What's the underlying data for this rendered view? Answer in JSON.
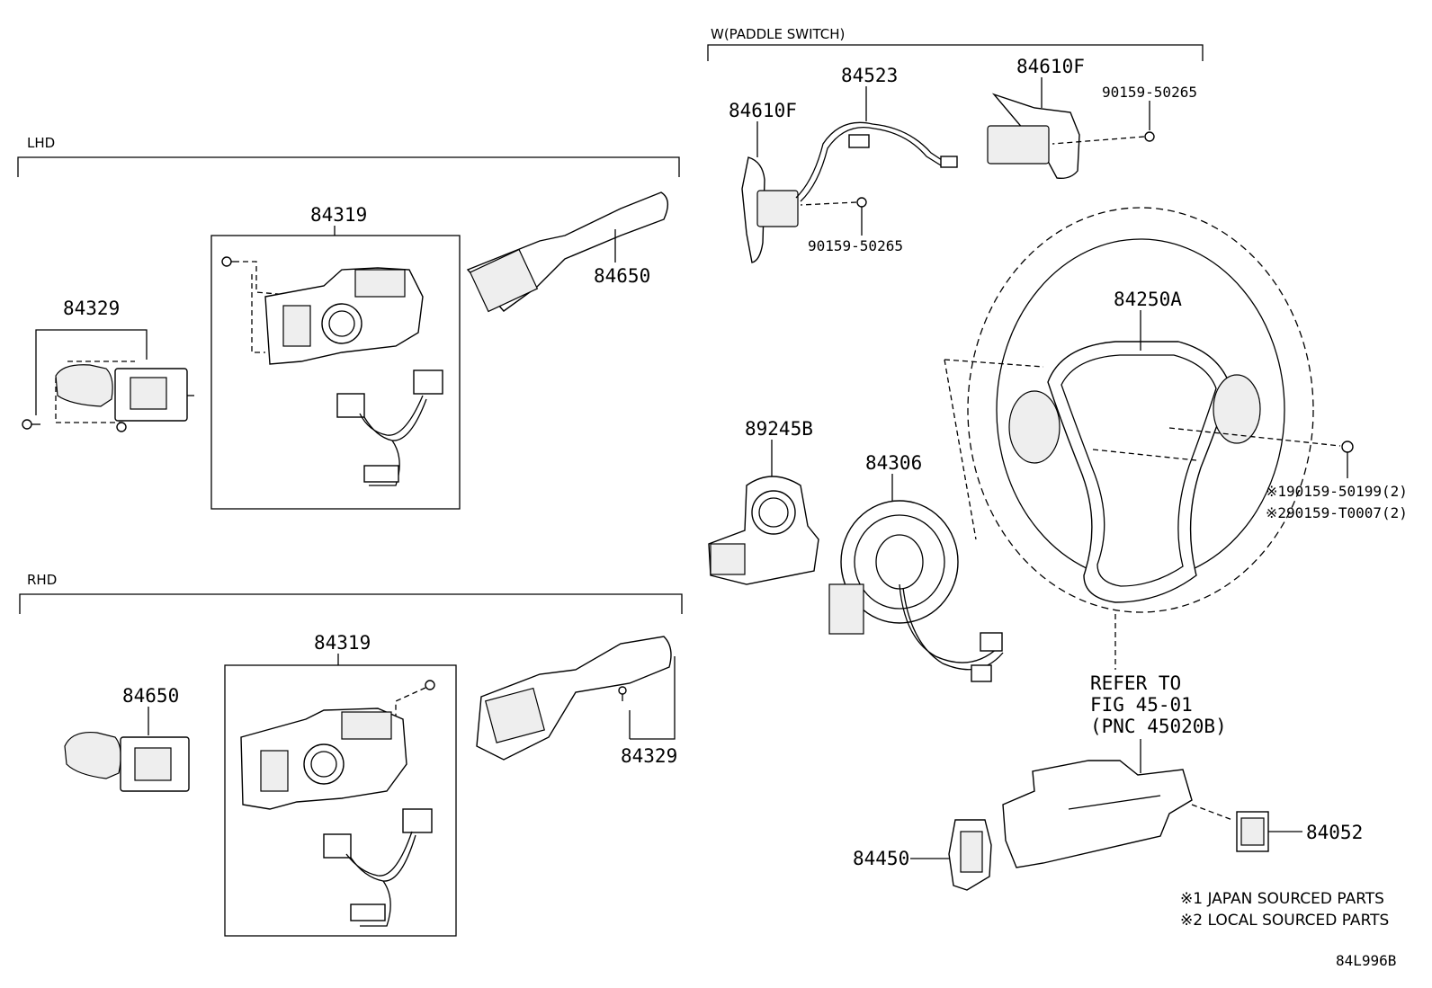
{
  "sections": {
    "lhd": "LHD",
    "rhd": "RHD",
    "paddle": "W(PADDLE SWITCH)"
  },
  "labels": {
    "lhd_84319": "84319",
    "lhd_84329": "84329",
    "lhd_84650": "84650",
    "rhd_84319": "84319",
    "rhd_84650": "84650",
    "rhd_84329": "84329",
    "paddle_84523": "84523",
    "paddle_84610f_left": "84610F",
    "paddle_84610f_right": "84610F",
    "paddle_bolt_top": "90159-50265",
    "paddle_bolt_bottom": "90159-50265",
    "wheel_84250a": "84250A",
    "bolt_jp": "※190159-50199(2)",
    "bolt_local": "※290159-T0007(2)",
    "sensor_89245b": "89245B",
    "spiral_84306": "84306",
    "refer_line1": "REFER TO",
    "refer_line2": "FIG 45-01",
    "refer_line3": "(PNC 45020B)",
    "switch_84450": "84450",
    "switch_84052": "84052"
  },
  "notes": {
    "note1": "※1 JAPAN SOURCED PARTS",
    "note2": "※2 LOCAL SOURCED PARTS"
  },
  "diagram_id": "84L996B"
}
